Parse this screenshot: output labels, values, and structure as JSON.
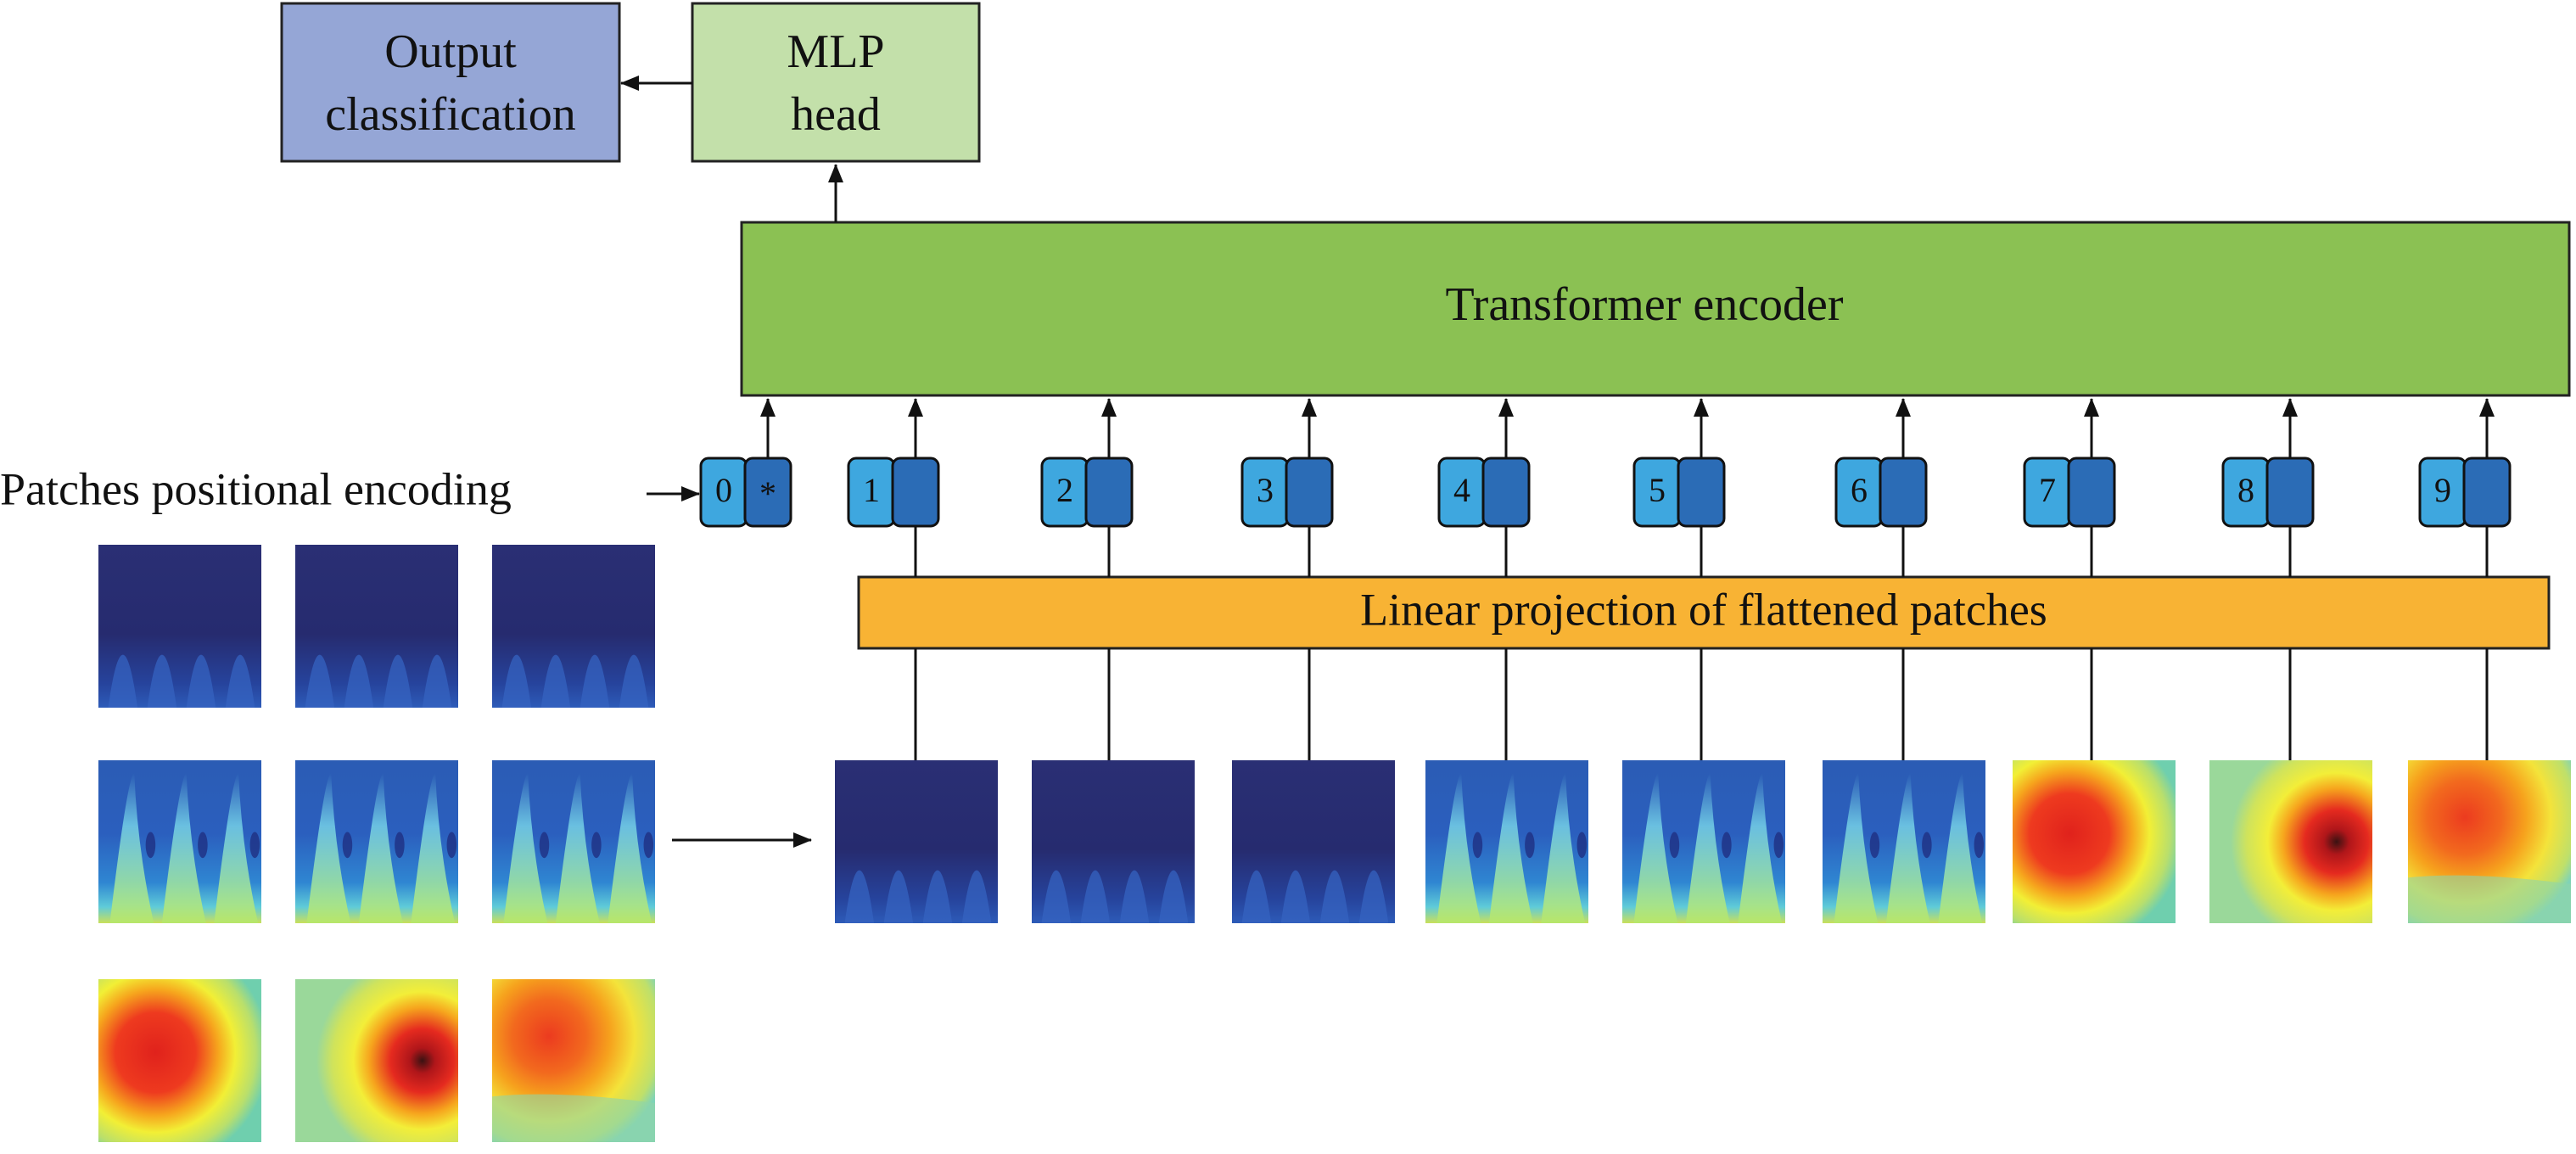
{
  "boxes": {
    "output": {
      "line1": "Output",
      "line2": "classification"
    },
    "mlp": {
      "line1": "MLP",
      "line2": "head"
    },
    "transformer": {
      "label": "Transformer encoder"
    },
    "projection": {
      "label": "Linear projection of flattened patches"
    }
  },
  "positional_label": "Patches positional encoding",
  "tokens": [
    {
      "index": "0",
      "embed": "*"
    },
    {
      "index": "1",
      "embed": ""
    },
    {
      "index": "2",
      "embed": ""
    },
    {
      "index": "3",
      "embed": ""
    },
    {
      "index": "4",
      "embed": ""
    },
    {
      "index": "5",
      "embed": ""
    },
    {
      "index": "6",
      "embed": ""
    },
    {
      "index": "7",
      "embed": ""
    },
    {
      "index": "8",
      "embed": ""
    },
    {
      "index": "9",
      "embed": ""
    }
  ],
  "patches": [
    "dark",
    "dark",
    "dark",
    "cyan",
    "cyan",
    "cyan",
    "red-left",
    "red-right",
    "red-top"
  ],
  "colors": {
    "output_box": "#95a6d6",
    "mlp_box": "#c3e0aa",
    "transformer_box": "#8bc153",
    "projection_box": "#f8b334",
    "token_light": "#3ea7df",
    "token_dark": "#2b6cb6",
    "arrow": "#111111"
  }
}
